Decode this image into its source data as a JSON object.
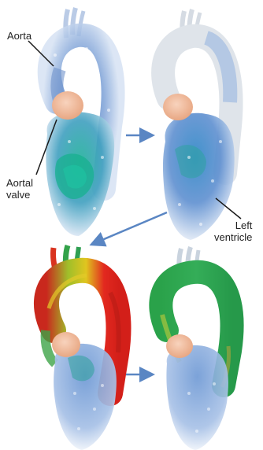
{
  "labels": {
    "aorta": "Aorta",
    "aortic_valve_line1": "Aortal",
    "aortic_valve_line2": "valve",
    "left_ventricle_line1": "Left",
    "left_ventricle_line2": "ventricle"
  },
  "colors": {
    "blood_blue": "#4f7fc4",
    "light_blue": "#b9cde9",
    "teal": "#22b3a3",
    "green": "#2aa24a",
    "yellow": "#d9d21f",
    "red": "#e2241f",
    "valve_peach": "#efb89a",
    "arrow_blue": "#5a86c3",
    "text": "#222222"
  },
  "panels": [
    {
      "id": "top-left",
      "flow": "blue-teal"
    },
    {
      "id": "top-right",
      "flow": "blue"
    },
    {
      "id": "bottom-left",
      "flow": "red-green"
    },
    {
      "id": "bottom-right",
      "flow": "green"
    }
  ]
}
